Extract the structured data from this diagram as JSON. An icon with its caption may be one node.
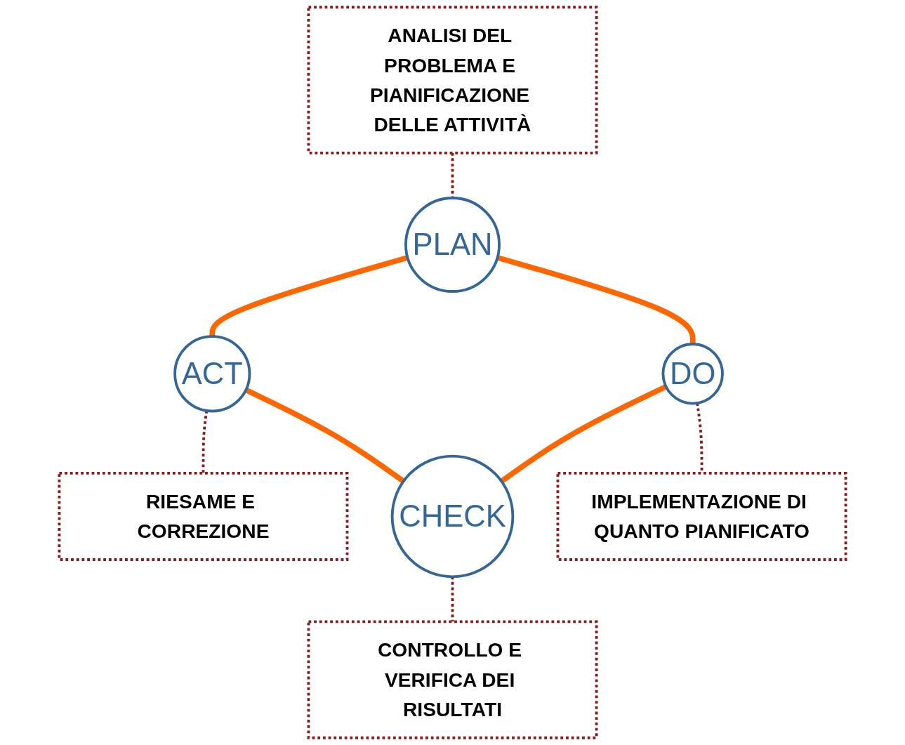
{
  "diagram": {
    "nodes": [
      {
        "text": [
          "PLAN"
        ]
      },
      {
        "text": [
          "ANALISI DEL PROBLEMA E PIANIFICAZIONE DELLE ATTIVITÀ"
        ]
      },
      {
        "text": [
          "RIESAME E CORREZIONE"
        ]
      },
      {
        "text": [
          "ACT"
        ]
      },
      {
        "text": [
          "DO"
        ]
      },
      {
        "text": [
          "CONTROLLO E VERIFICA DEI RISULTATI"
        ]
      },
      {
        "text": [
          "CHECK"
        ]
      },
      {
        "text": [
          "IMPLEMENTAZIONE DI QUANTO PIANIFICATO"
        ]
      }
    ],
    "edges": [
      {
        "from": 0,
        "to": 3,
        "arrow": "none",
        "style": "thick",
        "color": "#ff6600"
      },
      {
        "from": 0,
        "to": 4,
        "arrow": "none",
        "style": "thick",
        "color": "#ff6600"
      },
      {
        "from": 4,
        "to": 6,
        "arrow": "none",
        "style": "thick",
        "color": "#ff6600"
      },
      {
        "from": 3,
        "to": 6,
        "arrow": "none",
        "style": "thick",
        "color": "#ff6600"
      },
      {
        "from": 1,
        "to": 0,
        "arrow": "none",
        "style": "dashed",
        "color": "#8b1a1a"
      },
      {
        "from": 3,
        "to": 2,
        "arrow": "none",
        "style": "dashed",
        "color": "#8b1a1a"
      },
      {
        "from": 4,
        "to": 7,
        "arrow": "none",
        "style": "dashed",
        "color": "#8b1a1a"
      },
      {
        "from": 6,
        "to": 5,
        "arrow": "none",
        "style": "dashed",
        "color": "#8b1a1a"
      }
    ]
  }
}
